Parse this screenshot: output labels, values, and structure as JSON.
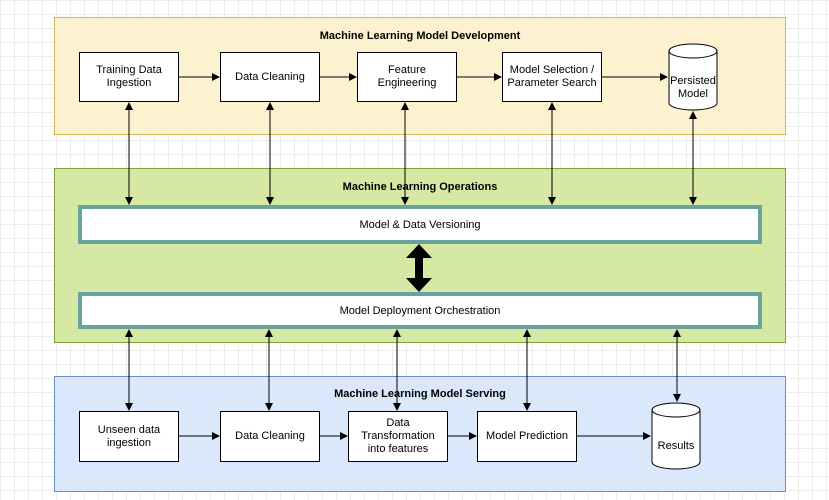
{
  "development": {
    "title": "Machine Learning Model Development",
    "training_ingestion": "Training Data\nIngestion",
    "data_cleaning": "Data Cleaning",
    "feature_engineering": "Feature Engineering",
    "model_selection": "Model Selection /\nParameter Search",
    "persisted_model": "Persisted\nModel"
  },
  "operations": {
    "title": "Machine Learning Operations",
    "versioning": "Model & Data Versioning",
    "orchestration": "Model Deployment Orchestration"
  },
  "serving": {
    "title": "Machine Learning Model Serving",
    "unseen_ingestion": "Unseen data\ningestion",
    "data_cleaning": "Data Cleaning",
    "data_transformation": "Data Transformation\ninto features",
    "model_prediction": "Model Prediction",
    "results": "Results"
  },
  "colors": {
    "development_fill": "#fdf2cf",
    "operations_fill": "#d5e8a4",
    "serving_fill": "#dbe8fb",
    "bar_border": "#6aa39e"
  }
}
